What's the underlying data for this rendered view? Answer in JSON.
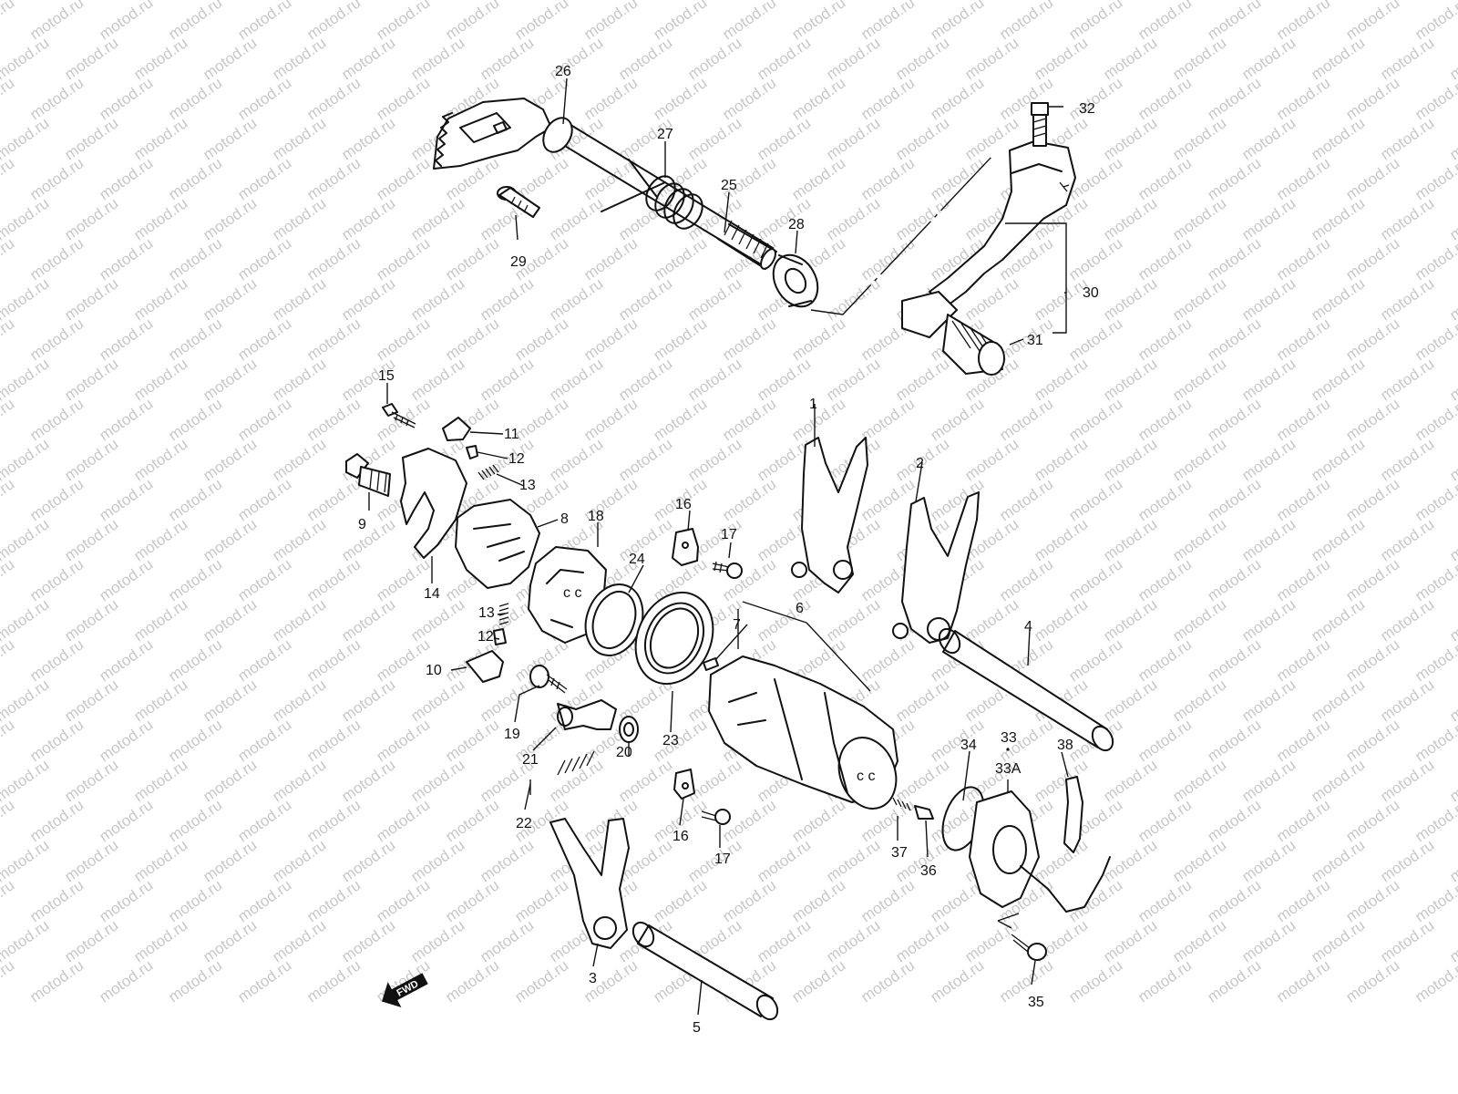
{
  "watermark": "motod.ru",
  "fwd_label": "FWD",
  "callouts": [
    {
      "id": "c1",
      "text": "1"
    },
    {
      "id": "c2",
      "text": "2"
    },
    {
      "id": "c3",
      "text": "3"
    },
    {
      "id": "c4",
      "text": "4"
    },
    {
      "id": "c5",
      "text": "5"
    },
    {
      "id": "c6",
      "text": "6"
    },
    {
      "id": "c7",
      "text": "7"
    },
    {
      "id": "c8",
      "text": "8"
    },
    {
      "id": "c9",
      "text": "9"
    },
    {
      "id": "c10",
      "text": "10"
    },
    {
      "id": "c11",
      "text": "11"
    },
    {
      "id": "c12a",
      "text": "12"
    },
    {
      "id": "c12b",
      "text": "12"
    },
    {
      "id": "c13a",
      "text": "13"
    },
    {
      "id": "c13b",
      "text": "13"
    },
    {
      "id": "c14",
      "text": "14"
    },
    {
      "id": "c15",
      "text": "15"
    },
    {
      "id": "c16a",
      "text": "16"
    },
    {
      "id": "c16b",
      "text": "16"
    },
    {
      "id": "c17a",
      "text": "17"
    },
    {
      "id": "c17b",
      "text": "17"
    },
    {
      "id": "c18",
      "text": "18"
    },
    {
      "id": "c19",
      "text": "19"
    },
    {
      "id": "c20",
      "text": "20"
    },
    {
      "id": "c21",
      "text": "21"
    },
    {
      "id": "c22",
      "text": "22"
    },
    {
      "id": "c23",
      "text": "23"
    },
    {
      "id": "c24",
      "text": "24"
    },
    {
      "id": "c25",
      "text": "25"
    },
    {
      "id": "c26",
      "text": "26"
    },
    {
      "id": "c27",
      "text": "27"
    },
    {
      "id": "c28",
      "text": "28"
    },
    {
      "id": "c29",
      "text": "29"
    },
    {
      "id": "c30",
      "text": "30"
    },
    {
      "id": "c31",
      "text": "31"
    },
    {
      "id": "c32",
      "text": "32"
    },
    {
      "id": "c33",
      "text": "33"
    },
    {
      "id": "c33A",
      "text": "33A"
    },
    {
      "id": "c34",
      "text": "34"
    },
    {
      "id": "c35",
      "text": "35"
    },
    {
      "id": "c36",
      "text": "36"
    },
    {
      "id": "c37",
      "text": "37"
    },
    {
      "id": "c38",
      "text": "38"
    }
  ]
}
